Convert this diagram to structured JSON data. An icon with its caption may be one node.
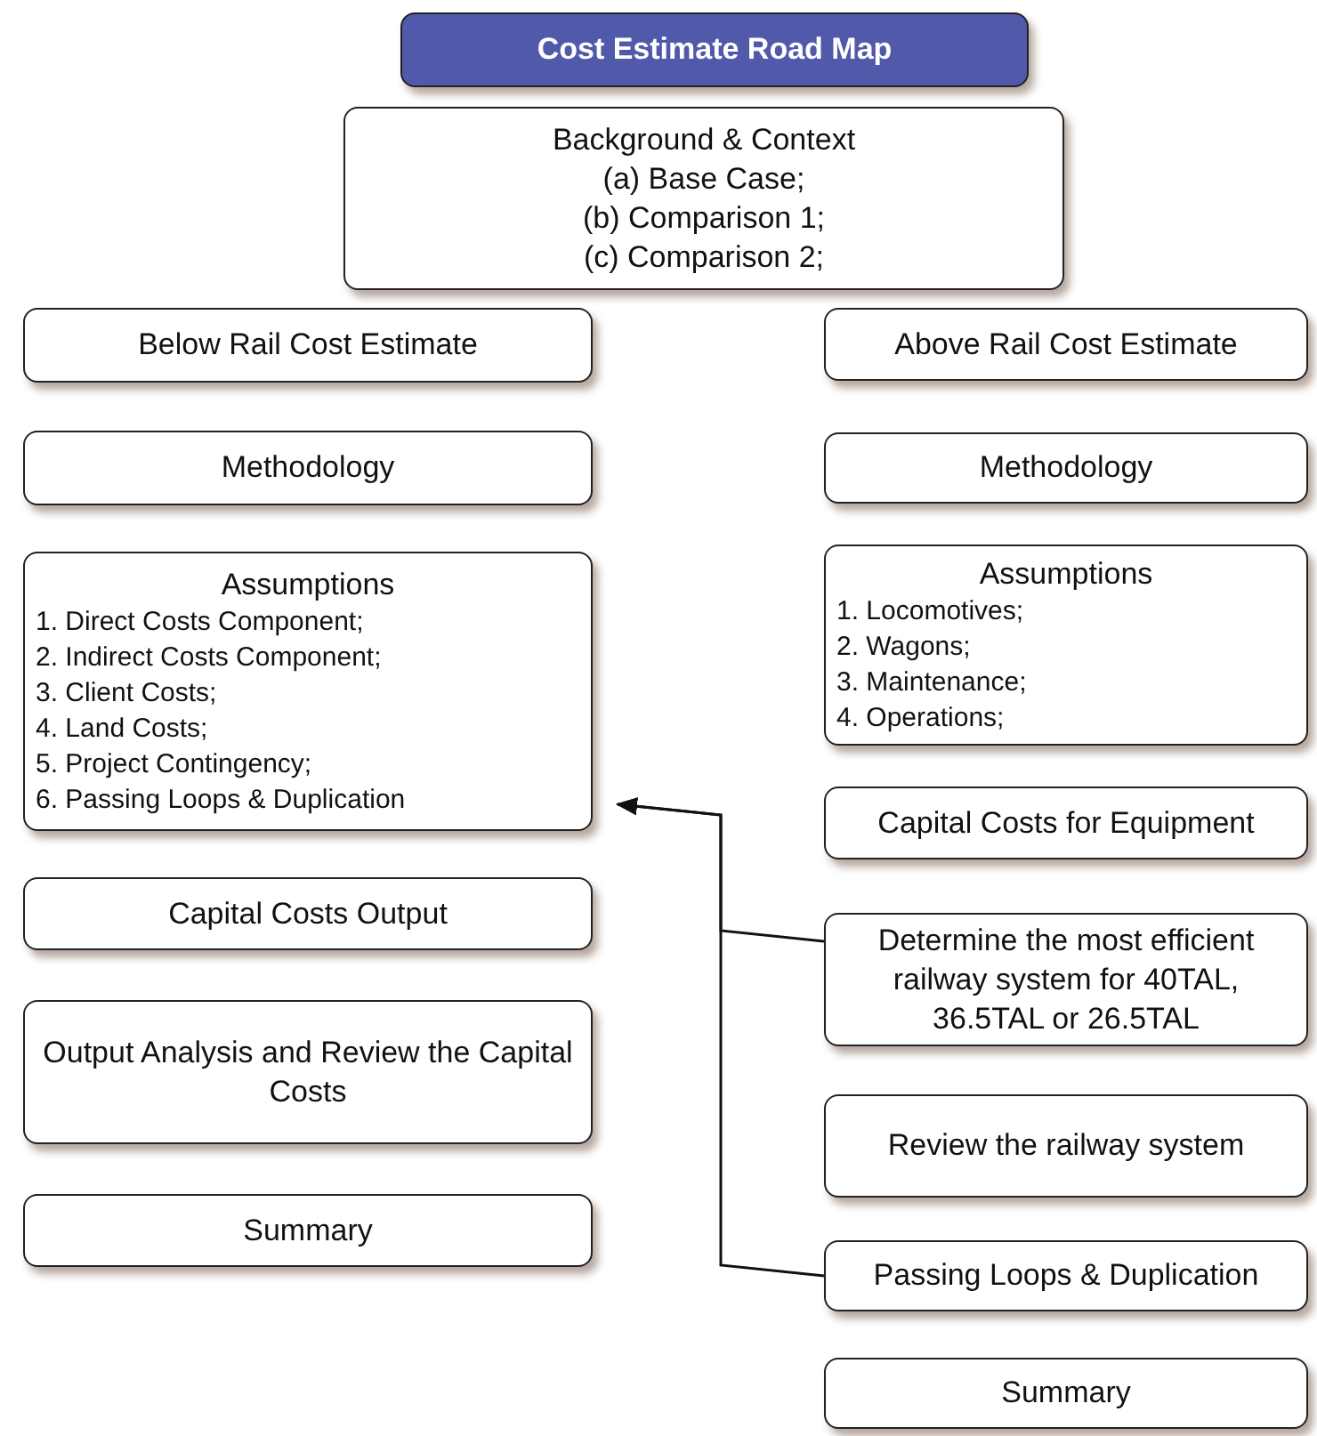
{
  "diagram": {
    "nodes": [
      {
        "text": [
          "Cost Estimate Road Map"
        ]
      },
      {
        "text": [
          "Background & Context",
          "(a) Base Case;",
          "(b) Comparison 1;",
          "(c) Comparison 2;"
        ]
      },
      {
        "text": [
          "Below Rail Cost Estimate"
        ]
      },
      {
        "text": [
          "Above Rail Cost Estimate"
        ]
      },
      {
        "text": [
          "Methodology"
        ]
      },
      {
        "text": [
          "Methodology"
        ]
      },
      {
        "text": [
          "Assumptions",
          "1. Direct Costs Component;",
          "2. Indirect Costs Component;",
          "3. Client Costs;",
          "4. Land Costs;",
          "5. Project Contingency;",
          "6. Passing Loops & Duplication"
        ]
      },
      {
        "text": [
          "Assumptions",
          "1. Locomotives;",
          "2. Wagons;",
          "3. Maintenance;",
          "4. Operations;"
        ]
      },
      {
        "text": [
          "Capital Costs Output"
        ]
      },
      {
        "text": [
          "Capital Costs for Equipment"
        ]
      },
      {
        "text": [
          "Output Analysis and Review the Capital Costs"
        ]
      },
      {
        "text": [
          "Determine the most efficient railway system for 40TAL, 36.5TAL or 26.5TAL"
        ]
      },
      {
        "text": [
          "Review the railway system"
        ]
      },
      {
        "text": [
          "Summary"
        ]
      },
      {
        "text": [
          "Passing Loops & Duplication"
        ]
      },
      {
        "text": [
          "Summary"
        ]
      }
    ],
    "edges": [
      {
        "from": 11,
        "to": 6,
        "arrow": "to"
      },
      {
        "from": 14,
        "to": 6,
        "arrow": "to"
      }
    ]
  }
}
